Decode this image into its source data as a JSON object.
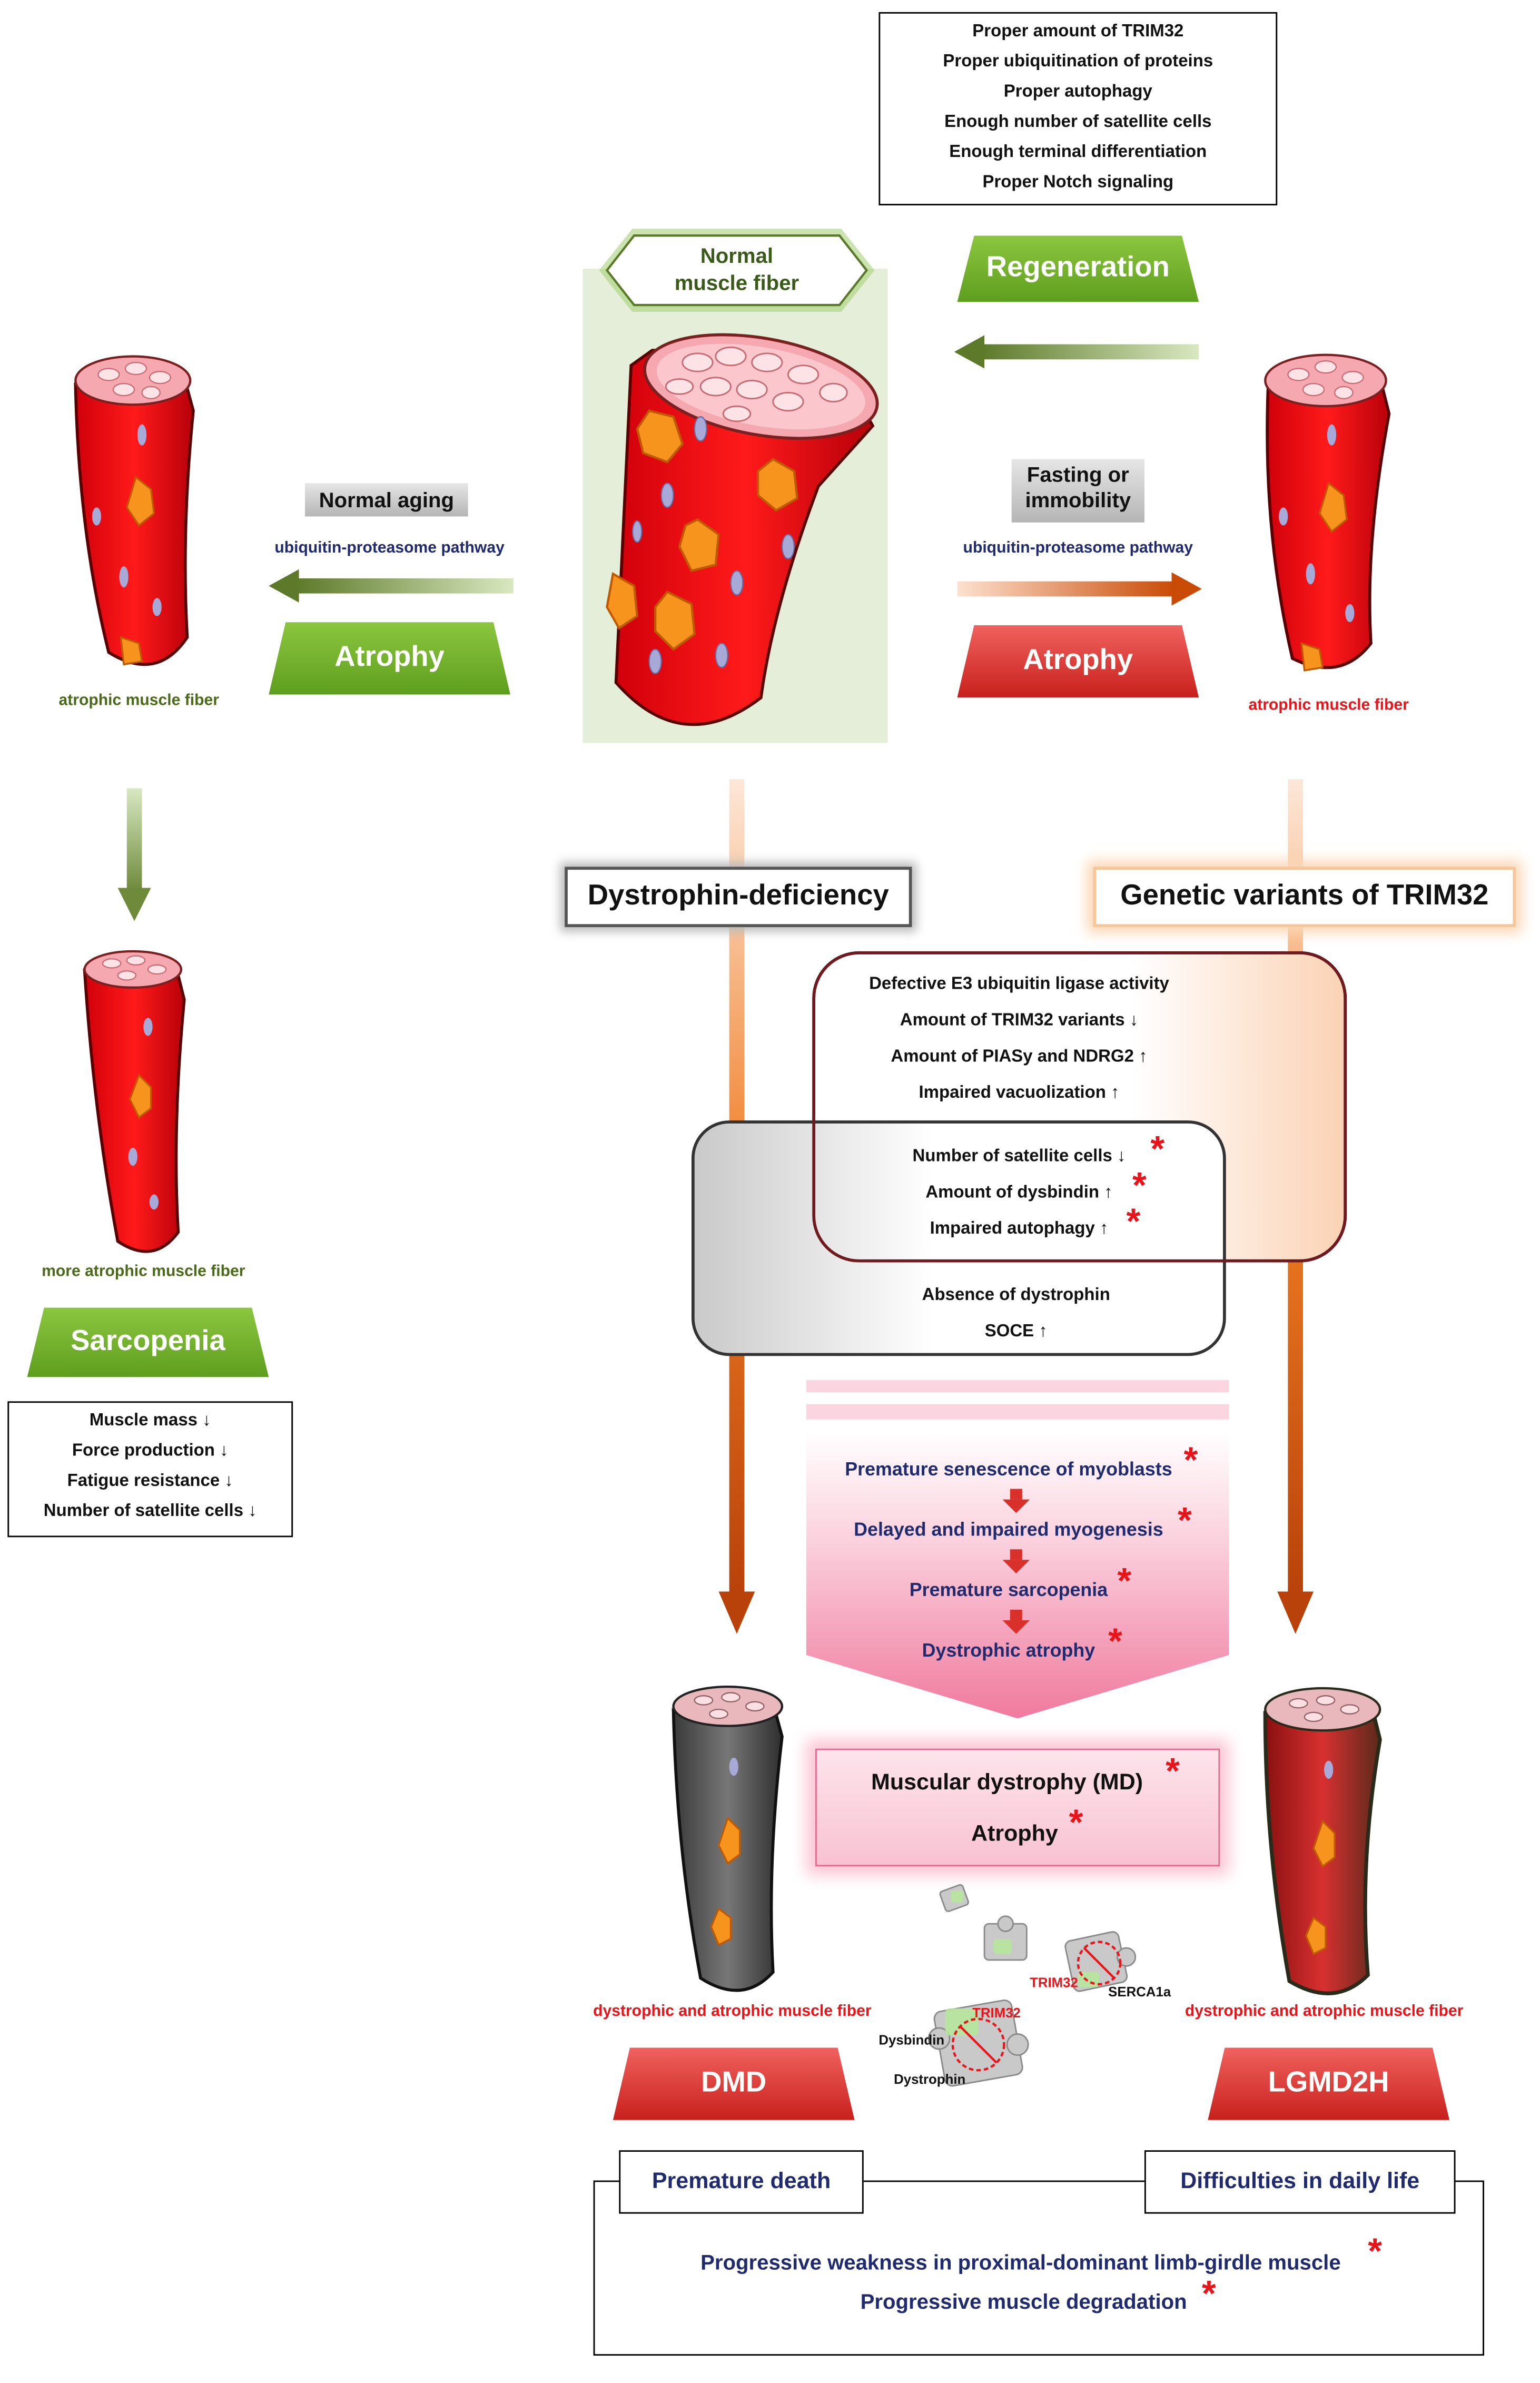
{
  "regen_box": {
    "lines": [
      "Proper amount of TRIM32",
      "Proper ubiquitination of proteins",
      "Proper autophagy",
      "Enough number of satellite cells",
      "Enough terminal differentiation",
      "Proper Notch signaling"
    ]
  },
  "labels": {
    "normal_fiber_1": "Normal",
    "normal_fiber_2": "muscle fiber",
    "regeneration": "Regeneration",
    "normal_aging": "Normal aging",
    "fasting_1": "Fasting or",
    "fasting_2": "immobility",
    "ups_left": "ubiquitin-proteasome pathway",
    "ups_right": "ubiquitin-proteasome pathway",
    "atrophy_left": "Atrophy",
    "atrophy_right": "Atrophy",
    "atrophic_left": "atrophic muscle fiber",
    "atrophic_right": "atrophic muscle fiber",
    "more_atrophic": "more atrophic muscle fiber",
    "sarcopenia": "Sarcopenia",
    "dystrophin_deficiency": "Dystrophin-deficiency",
    "genetic_variants": "Genetic variants of TRIM32",
    "dystrophic_left": "dystrophic and atrophic  muscle fiber",
    "dystrophic_right": "dystrophic and atrophic muscle fiber",
    "dmd": "DMD",
    "lgmd2h": "LGMD2H",
    "premature_death": "Premature death",
    "difficulties": "Difficulties in daily life",
    "md_line": "Muscular dystrophy (MD)",
    "atrophy_center": "Atrophy"
  },
  "sarcopenia_box": {
    "lines": [
      "Muscle mass ↓",
      "Force production ↓",
      "Fatigue resistance ↓",
      "Number of satellite cells ↓"
    ]
  },
  "trim32_box": {
    "lines": [
      "Defective E3 ubiquitin ligase activity",
      "Amount of TRIM32 variants ↓",
      "Amount of PIASy and NDRG2 ↑",
      "Impaired vacuolization ↑"
    ]
  },
  "overlap_box": {
    "lines": [
      "Number of satellite cells ↓",
      "Amount of dysbindin ↑",
      "Impaired autophagy ↑"
    ]
  },
  "dmd_box": {
    "lines": [
      "Absence of dystrophin",
      "SOCE ↑"
    ]
  },
  "cascade": {
    "steps": [
      "Premature senescence of myoblasts",
      "Delayed and impaired myogenesis",
      "Premature sarcopenia",
      "Dystrophic atrophy"
    ]
  },
  "puzzle": {
    "trim32_a": "TRIM32",
    "serca": "SERCA1a",
    "trim32_b": "TRIM32",
    "dysbindin": "Dysbindin",
    "dystrophin": "Dystrophin"
  },
  "outcome": {
    "line1": "Progressive weakness in proximal-dominant limb-girdle muscle",
    "line2": "Progressive muscle degradation"
  },
  "asterisk": "*",
  "colors": {
    "muscle_red": "#e8141a",
    "nucleus_orange": "#f7941d",
    "green": "#6aa82a",
    "red_trap": "#d42a26",
    "navy_text": "#1f2b6e",
    "dark_maroon": "#7a1e22"
  }
}
